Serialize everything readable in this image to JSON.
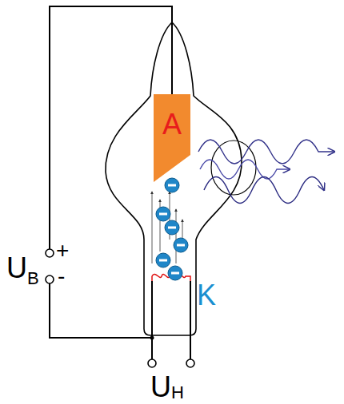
{
  "diagram": {
    "nodes": [
      {
        "text": [
          "A"
        ]
      }
    ],
    "labels": [
      "K",
      "U",
      "B",
      "+",
      "-",
      "U",
      "H"
    ]
  }
}
